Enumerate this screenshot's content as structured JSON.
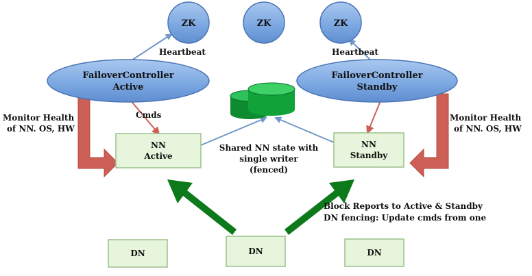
{
  "nodes": {
    "zk_left": "ZK",
    "zk_center": "ZK",
    "zk_right": "ZK",
    "fc_active": {
      "line1": "FailoverController",
      "line2": "Active"
    },
    "fc_standby": {
      "line1": "FailoverController",
      "line2": "Standby"
    },
    "nn_active": {
      "line1": "NN",
      "line2": "Active"
    },
    "nn_standby": {
      "line1": "NN",
      "line2": "Standby"
    },
    "dn_left": "DN",
    "dn_center": "DN",
    "dn_right": "DN"
  },
  "labels": {
    "heartbeat_left": "Heartbeat",
    "heartbeat_right": "Heartbeat",
    "cmds": "Cmds",
    "monitor_left": {
      "line1": "Monitor Health",
      "line2": "of NN. OS, HW"
    },
    "monitor_right": {
      "line1": "Monitor Health",
      "line2": "of NN. OS, HW"
    },
    "shared_state": {
      "line1": "Shared NN state with",
      "line2": "single writer",
      "line3": "(fenced)"
    },
    "block_reports": {
      "line1": "Block Reports to Active & Standby",
      "line2": "DN fencing: Update cmds from one"
    }
  },
  "colors": {
    "ellipse_fill": "#7aa6e0",
    "ellipse_stroke": "#4a74b4",
    "box_fill": "#e6f5dc",
    "box_stroke": "#9cc08a",
    "red_arrow": "#cc5f56",
    "green_arrow": "#0c7a1a",
    "blue_arrow": "#6f97c8",
    "disk_green": "#11a33a"
  }
}
